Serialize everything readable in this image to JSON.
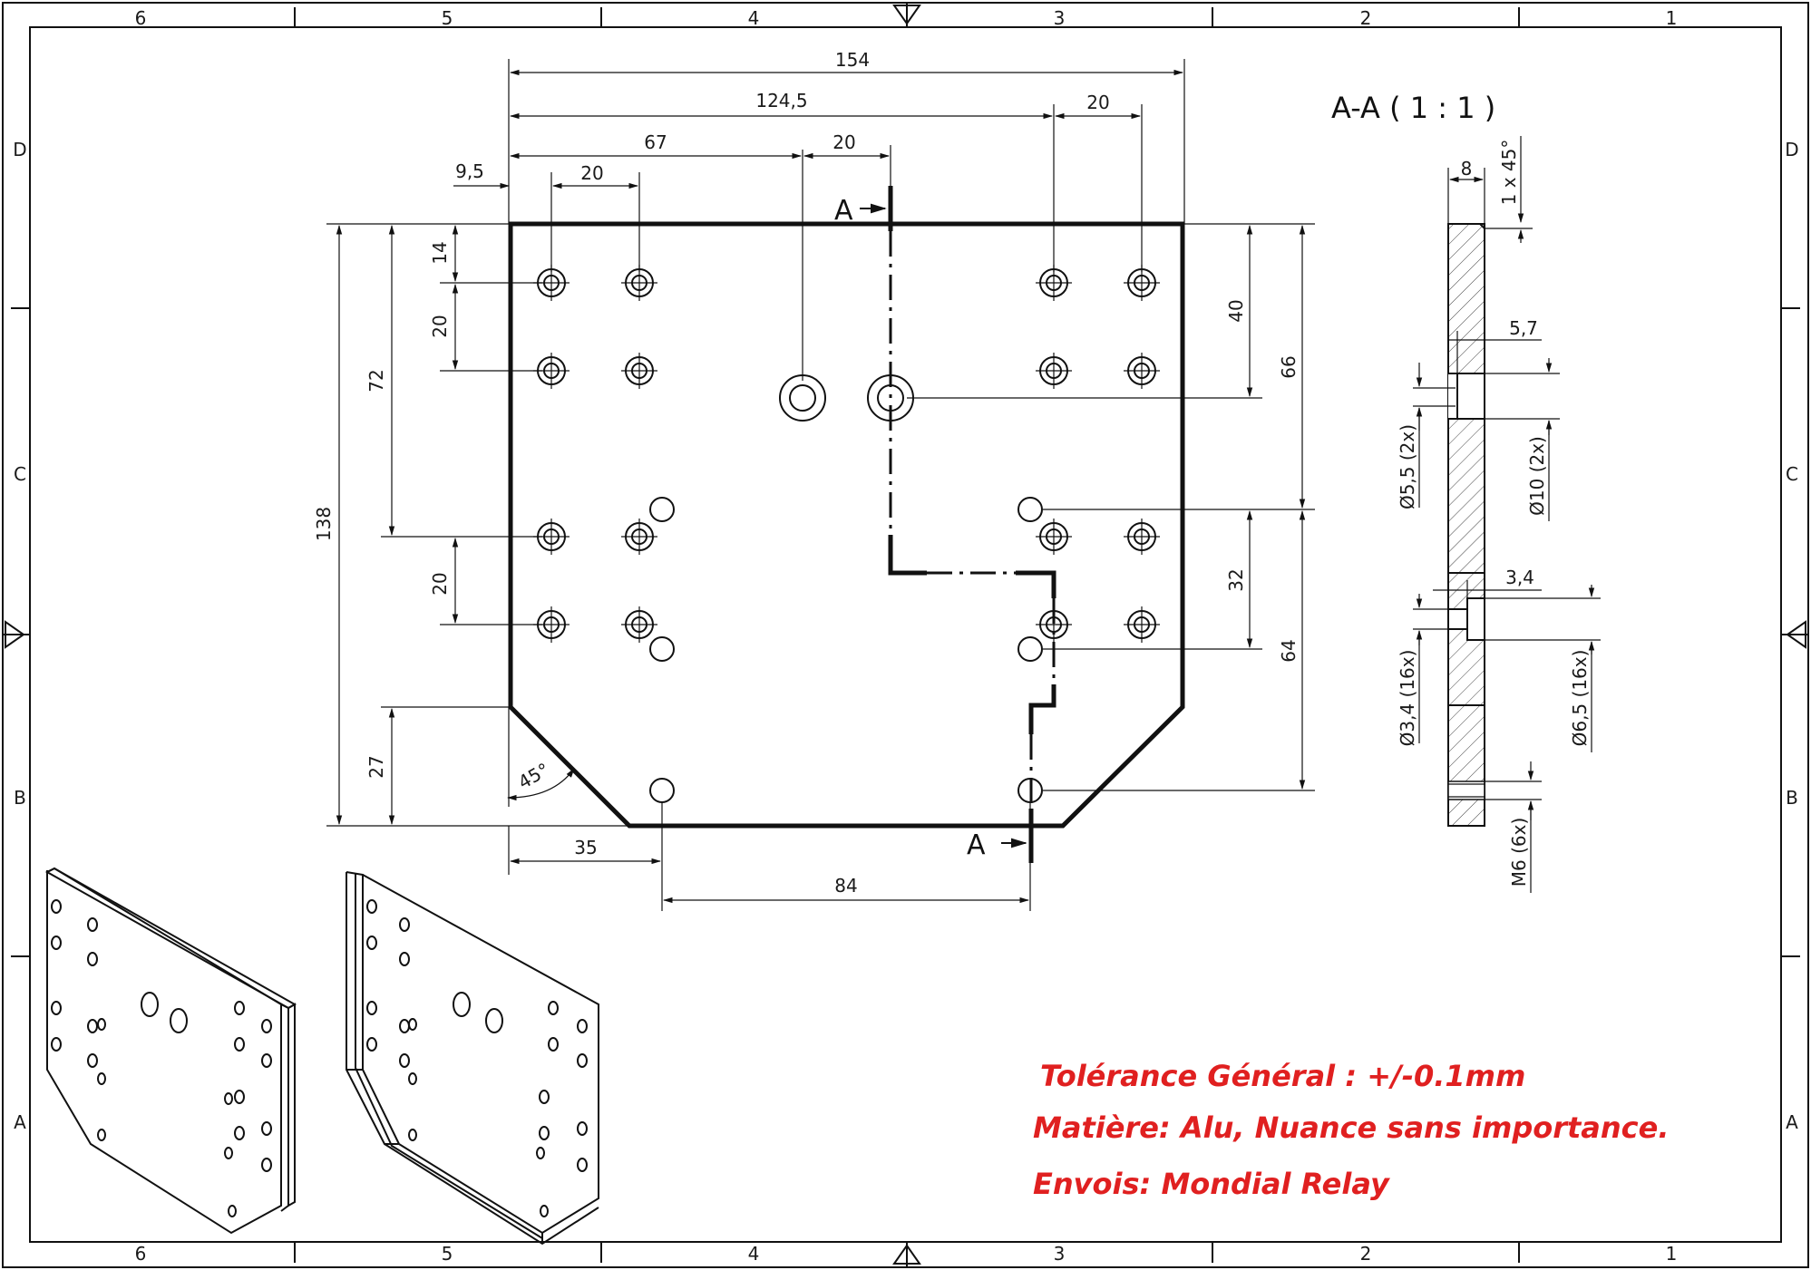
{
  "frame": {
    "columns": [
      "6",
      "5",
      "4",
      "3",
      "2",
      "1"
    ],
    "rows": [
      "D",
      "C",
      "B",
      "A"
    ]
  },
  "section_view": {
    "title": "A-A ( 1 : 1 )",
    "cut_label": "A",
    "dims": {
      "thickness": "8",
      "chamfer": "1 x 45°",
      "cbore_depth_large": "5,7",
      "hole_large": "Ø5,5 (2x)",
      "cbore_large": "Ø10 (2x)",
      "cbore_depth_small": "3,4",
      "hole_small": "Ø3,4 (16x)",
      "cbore_small": "Ø6,5 (16x)",
      "thread": "M6 (6x)"
    }
  },
  "front_view": {
    "dims": {
      "width_total": "154",
      "width_124": "124,5",
      "d_67": "67",
      "d_20_top": "20",
      "d_20_mid": "20",
      "d_20_right": "20",
      "d_9_5": "9,5",
      "height_total": "138",
      "h_72": "72",
      "h_14": "14",
      "h_20_a": "20",
      "h_20_b": "20",
      "h_27": "27",
      "h_40": "40",
      "h_66": "66",
      "h_32": "32",
      "h_64": "64",
      "b_35": "35",
      "b_84": "84",
      "angle": "45°"
    }
  },
  "notes": {
    "tolerance": "Tolérance Général : +/-0.1mm",
    "material": "Matière: Alu, Nuance sans importance.",
    "shipping": "Envois: Mondial Relay"
  }
}
